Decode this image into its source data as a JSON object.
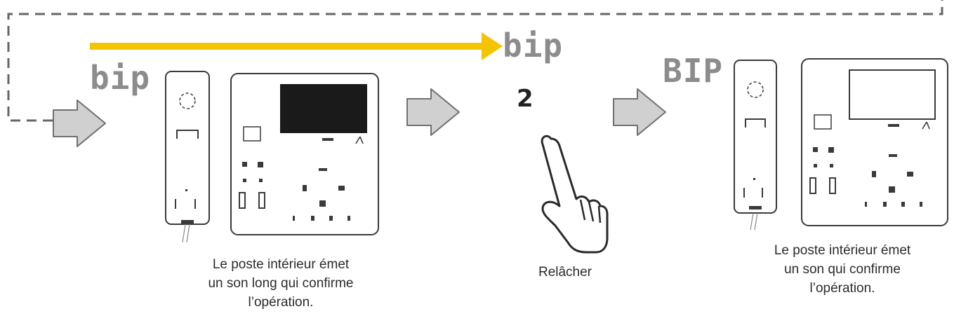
{
  "colors": {
    "arrow_yellow": "#f5c400",
    "step_arrow_fill": "#d0d0d0",
    "step_arrow_stroke": "#707070",
    "device_stroke": "#3a3a3a",
    "screen_fill": "#1a1a1a",
    "sound_text": "#8c8c8c",
    "caption_text": "#2b2b2b"
  },
  "sounds": {
    "bip_first": "bip",
    "bip_second": "bip",
    "bip_final": "BIP"
  },
  "step_key": {
    "digit": "2",
    "icon": "hand-pointing-icon"
  },
  "captions": {
    "first": [
      "Le poste intérieur émet",
      "un son long qui confirme",
      "l’opération."
    ],
    "middle": "Relâcher",
    "last": [
      "Le poste intérieur émet",
      "un son qui confirme",
      "l’opération."
    ]
  },
  "icons": {
    "loop": "dashed-loop-arrow-icon",
    "step": "step-arrow-icon",
    "device": "intercom-device-icon"
  }
}
